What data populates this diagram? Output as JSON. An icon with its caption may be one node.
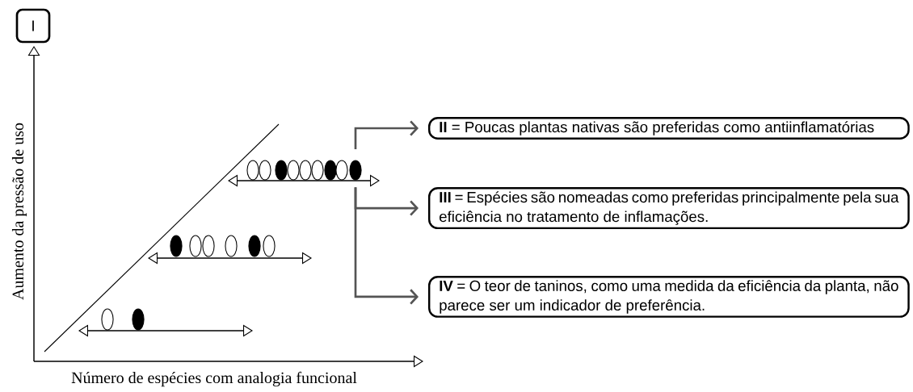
{
  "diagram": {
    "nodes": [
      {
        "text": [
          "I"
        ]
      },
      {
        "text": [
          "**II** = Poucas plantas nativas são preferidas como antiinflamatórias"
        ]
      },
      {
        "text": [
          "**III** = Espécies são nomeadas como preferidas principalmente pela sua eficiência no tratamento de inflamações."
        ]
      },
      {
        "text": [
          "**IV** = O teor de taninos, como uma medida da eficiência da planta, não parece ser um indicador de preferência."
        ]
      },
      {
        "text": [],
        "shape": "picture"
      }
    ],
    "edges": [
      {
        "from": 4,
        "to": 1,
        "arrow": "to"
      },
      {
        "from": 4,
        "to": 2,
        "arrow": "to"
      },
      {
        "from": 4,
        "to": 3,
        "arrow": "to"
      }
    ],
    "labels": [
      "Aumento da pressão de uso",
      "Número de espécies com analogia funcional"
    ]
  }
}
